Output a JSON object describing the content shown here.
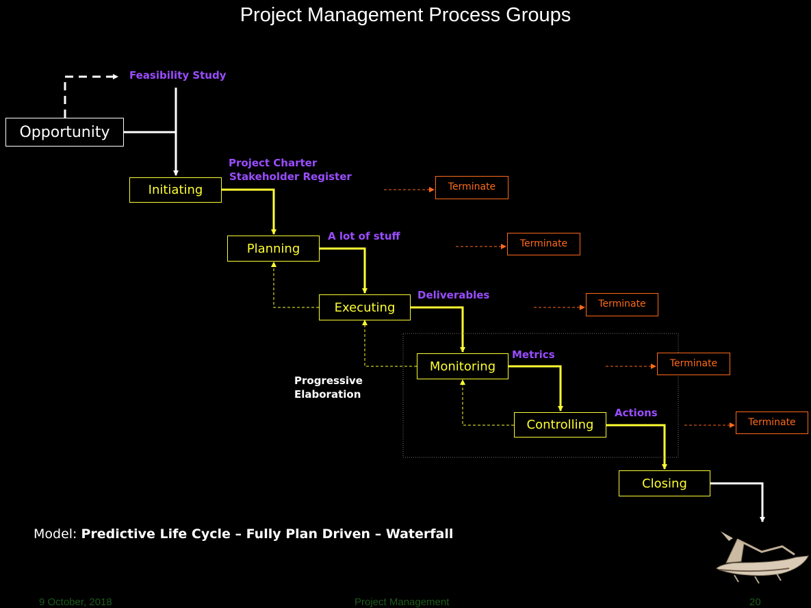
{
  "title": "Project Management Process Groups",
  "nodes": {
    "opportunity": "Opportunity",
    "initiating": "Initiating",
    "planning": "Planning",
    "executing": "Executing",
    "monitoring": "Monitoring",
    "controlling": "Controlling",
    "closing": "Closing"
  },
  "outputs": {
    "feasibility": "Feasibility Study",
    "charter_line1": "Project Charter",
    "charter_line2": "Stakeholder Register",
    "planning_out": "A lot of stuff",
    "executing_out": "Deliverables",
    "monitoring_out": "Metrics",
    "controlling_out": "Actions"
  },
  "terminate_label": "Terminate",
  "terminates": [
    "Terminate",
    "Terminate",
    "Terminate",
    "Terminate",
    "Terminate"
  ],
  "progressive": {
    "line1": "Progressive",
    "line2": "Elaboration"
  },
  "model": {
    "prefix": "Model:",
    "text": "Predictive Life Cycle – Fully Plan Driven – Waterfall"
  },
  "footer": {
    "date": "9 October, 2018",
    "center": "Project Management",
    "page": "20"
  },
  "colors": {
    "process": "#ffff33",
    "output": "#9a4dff",
    "terminate": "#ff6a1a",
    "background": "#000000",
    "footer": "#1c5a1c"
  }
}
